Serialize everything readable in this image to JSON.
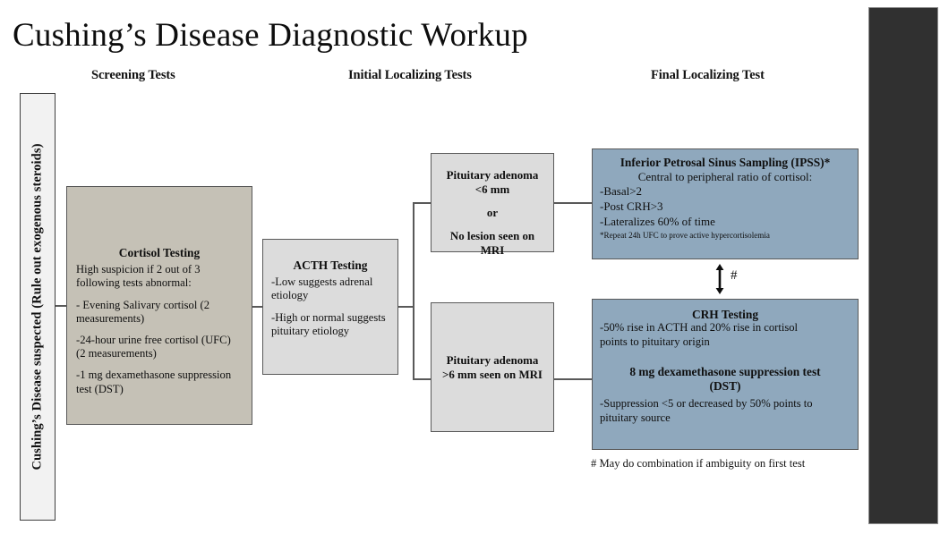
{
  "title": "Cushing’s Disease Diagnostic Workup",
  "column_headers": [
    "Screening Tests",
    "Initial Localizing Tests",
    "Final Localizing Test"
  ],
  "vertical_bar": {
    "label": "Cushing’s Disease suspected (Rule out exogenous steroids)"
  },
  "boxes": {
    "cortisol": {
      "title": "Cortisol Testing",
      "lines": [
        "High suspicion if 2 out of 3 following tests abnormal:",
        "- Evening Salivary cortisol (2 measurements)",
        "-24-hour urine free cortisol (UFC) (2 measurements)",
        "-1 mg dexamethasone suppression test (DST)"
      ]
    },
    "acth": {
      "title": "ACTH Testing",
      "lines": [
        "-Low suggests adrenal etiology",
        "-High or normal suggests pituitary etiology"
      ]
    },
    "mri_small": {
      "line1": "Pituitary adenoma",
      "line2": "<6 mm",
      "line3": "or",
      "line4": "No lesion seen on",
      "line5": "MRI"
    },
    "mri_large": {
      "line1": "Pituitary adenoma",
      "line2": ">6 mm seen on MRI"
    },
    "ipss": {
      "title": "Inferior Petrosal Sinus Sampling (IPSS)*",
      "subtitle": "Central to peripheral ratio of cortisol:",
      "lines": [
        "-Basal>2",
        "-Post CRH>3",
        "-Lateralizes 60% of time"
      ],
      "footnote": "*Repeat 24h UFC to prove active hypercortisolemia"
    },
    "crh": {
      "title": "CRH Testing",
      "line1": "-50% rise in ACTH and 20% rise in cortisol",
      "line2": "points to pituitary origin",
      "title2_a": "8 mg dexamethasone suppression test",
      "title2_b": "(DST)",
      "line3": "-Suppression <5 or decreased by 50% points to",
      "line4": "pituitary source"
    }
  },
  "arrow_label": "#",
  "footnote": "# May do combination if ambiguity on first test",
  "colors": {
    "taupe": "#c5c1b6",
    "gray": "#dcdcdc",
    "blue": "#8fa8bd",
    "dark_panel": "#303030",
    "border": "#595959",
    "bar_fill": "#f2f2f2"
  }
}
